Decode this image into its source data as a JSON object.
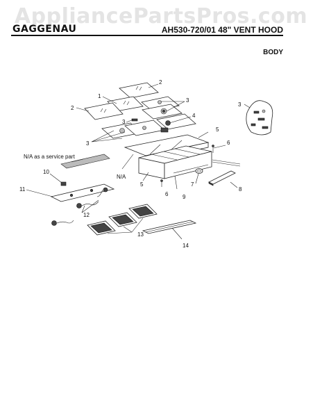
{
  "watermark": "AppliancePartsPros.com",
  "header": {
    "brand": "GAGGENAU",
    "model": "AH530-720/01 48\" VENT HOOD",
    "section": "BODY"
  },
  "callouts": {
    "c1": "1",
    "c2a": "2",
    "c2b": "2",
    "c3a": "3",
    "c3b": "3",
    "c3c": "3",
    "c3d": "3",
    "c4": "4",
    "c5a": "5",
    "c5b": "5",
    "c6a": "6",
    "c6b": "6",
    "c7": "7",
    "c8": "8",
    "c9": "9",
    "c10": "10",
    "c11": "11",
    "c12": "12",
    "c13": "13",
    "c14": "14",
    "na1": "N/A",
    "na2": "N/A as a service part"
  }
}
